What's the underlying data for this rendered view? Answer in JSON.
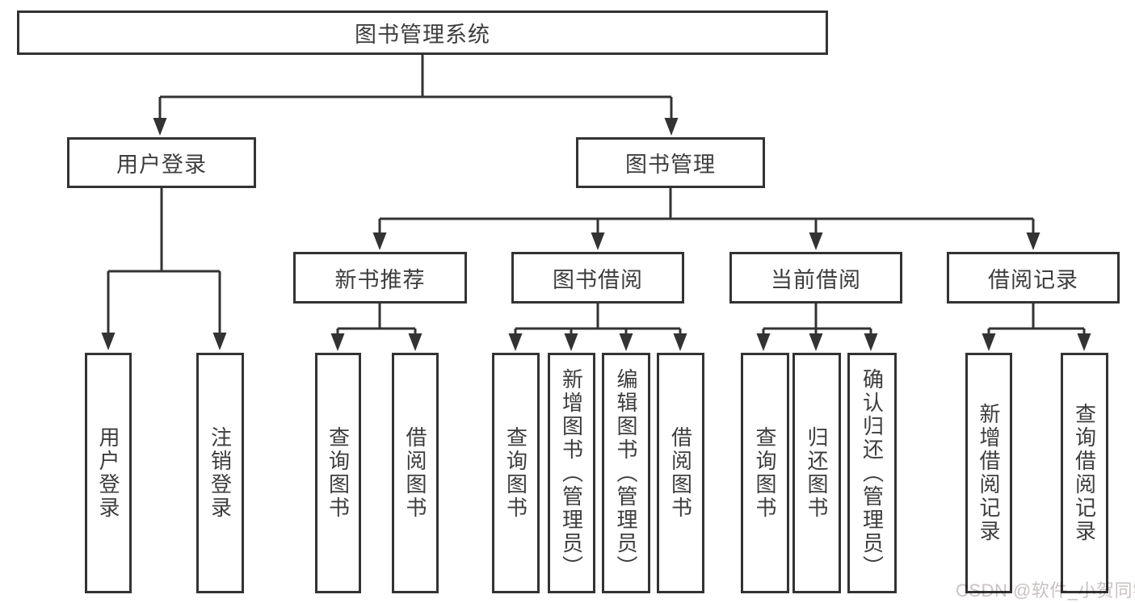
{
  "tree": {
    "label": "图书管理系统",
    "children": [
      {
        "label": "用户登录",
        "children": [
          {
            "label": "用户登录"
          },
          {
            "label": "注销登录"
          }
        ]
      },
      {
        "label": "图书管理",
        "children": [
          {
            "label": "新书推荐",
            "children": [
              {
                "label": "查询图书"
              },
              {
                "label": "借阅图书"
              }
            ]
          },
          {
            "label": "图书借阅",
            "children": [
              {
                "label": "查询图书"
              },
              {
                "label": "新增图书（管理员）"
              },
              {
                "label": "编辑图书（管理员）"
              },
              {
                "label": "借阅图书"
              }
            ]
          },
          {
            "label": "当前借阅",
            "children": [
              {
                "label": "查询图书"
              },
              {
                "label": "归还图书"
              },
              {
                "label": "确认归还（管理员）"
              }
            ]
          },
          {
            "label": "借阅记录",
            "children": [
              {
                "label": "新增借阅记录"
              },
              {
                "label": "查询借阅记录"
              }
            ]
          }
        ]
      }
    ]
  },
  "watermark": "CSDN @软件_小贺同学",
  "colors": {
    "line": "#333333",
    "text": "#3d3d3d",
    "watermark": "#c9c2c2",
    "background": "#ffffff"
  }
}
